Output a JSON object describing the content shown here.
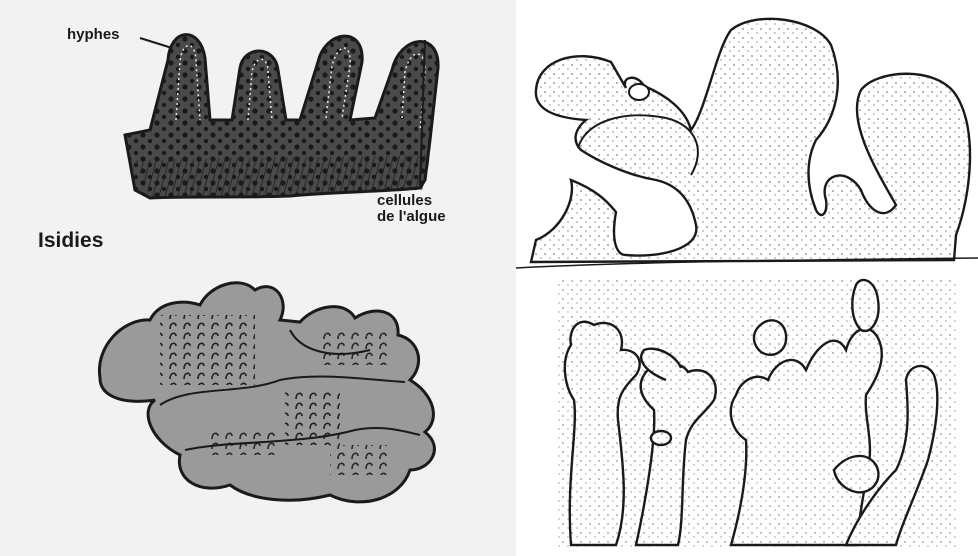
{
  "labels": {
    "hyphes": "hyphes",
    "cellules_line1": "cellules",
    "cellules_line2": "de l'algue",
    "isidies": "Isidies"
  },
  "colors": {
    "ink": "#1a1a1a",
    "left_background": "#f2f2f2",
    "lobe_fill": "#9a9a9a",
    "right_background": "#ffffff"
  }
}
